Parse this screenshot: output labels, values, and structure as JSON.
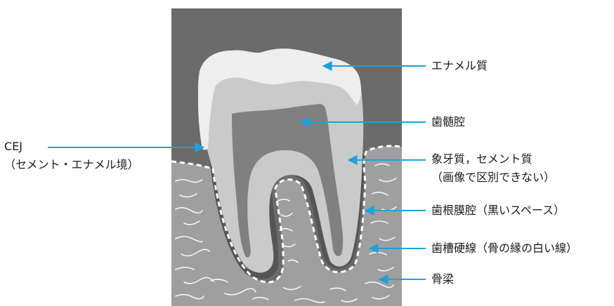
{
  "labels": {
    "enamel": "エナメル質",
    "pulp_cavity": "歯髄腔",
    "dentin_cementum": "象牙質，セメント質",
    "dentin_cementum_note": "（画像で区別できない）",
    "pdl_space": "歯根膜腔（黒いスペース）",
    "lamina_dura": "歯槽硬線（骨の縁の白い線）",
    "trabecular_bone": "骨梁",
    "cej": "CEJ",
    "cej_note": "（セメント・エナメル境）"
  },
  "colors": {
    "background_dark": "#6b6b6b",
    "bone": "#9f9f9f",
    "enamel": "#eeeeee",
    "dentin": "#c9cac9",
    "pulp": "#7f807f",
    "pdl": "#555555",
    "lamina_dura": "#ffffff",
    "arrow": "#1aa3de",
    "text": "#1a1a1a"
  }
}
